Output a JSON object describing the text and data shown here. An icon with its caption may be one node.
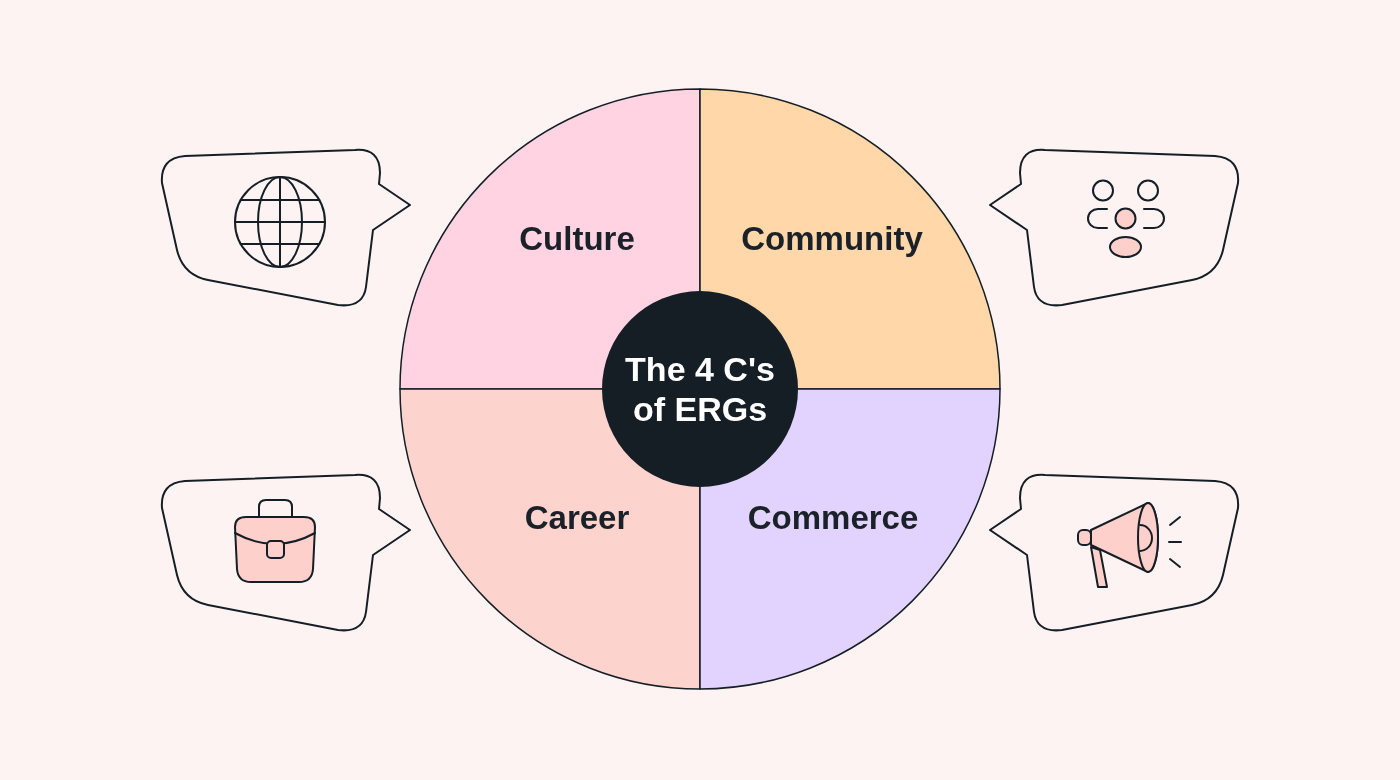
{
  "diagram": {
    "nodes": [
      {
        "text": [],
        "shape": "bubble"
      },
      {
        "text": [
          "Culture"
        ]
      },
      {
        "text": [
          "Community"
        ]
      },
      {
        "text": [],
        "shape": "bubble"
      },
      {
        "text": [
          "The 4 C's of ERGs"
        ]
      },
      {
        "text": [],
        "shape": "bubble"
      },
      {
        "text": [
          "Career"
        ]
      },
      {
        "text": [
          "Commerce"
        ]
      },
      {
        "text": [],
        "shape": "bubble"
      }
    ]
  }
}
